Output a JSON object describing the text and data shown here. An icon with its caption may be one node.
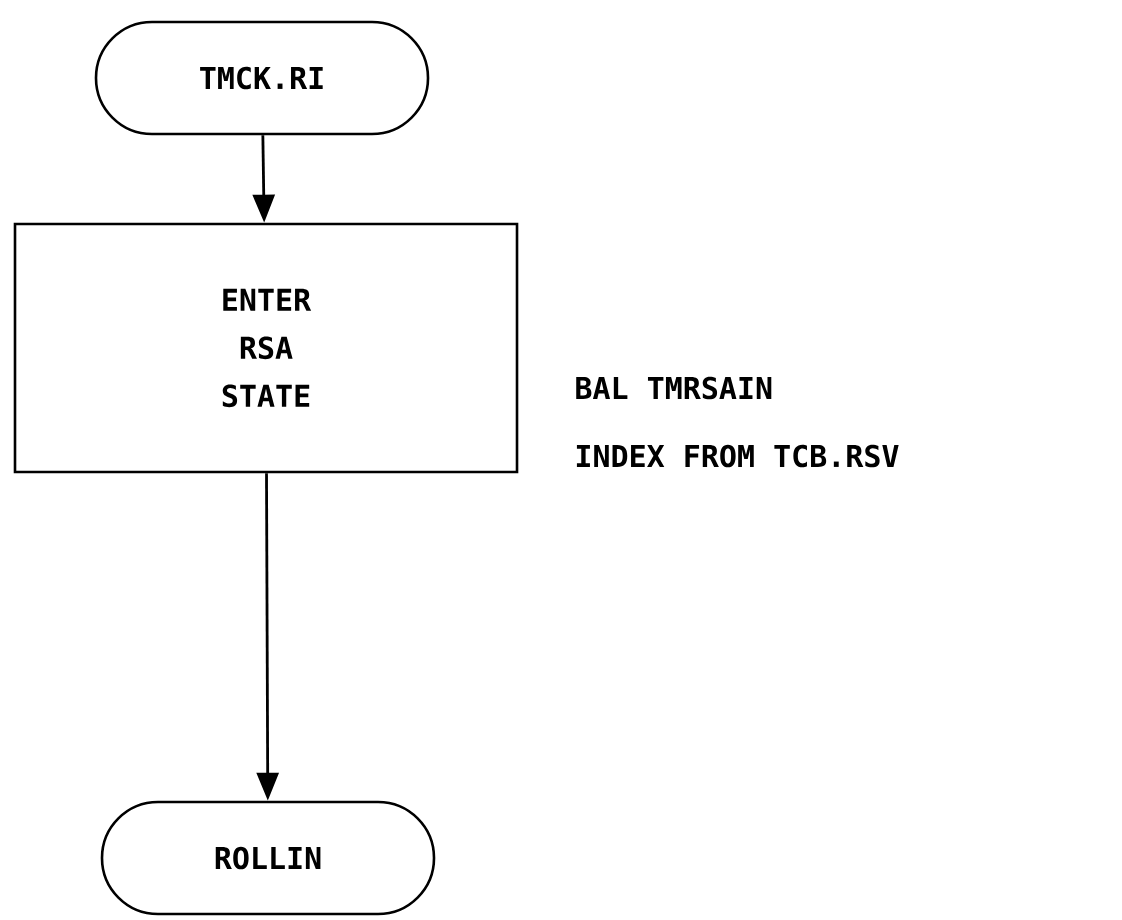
{
  "diagram": {
    "nodes": [
      {
        "text": [
          "TMCK.RI"
        ]
      },
      {
        "text": [
          "ENTER RSA STATE"
        ],
        "beside": [
          "BAL TMRSAIN",
          "INDEX FROM TCB.RSV"
        ]
      },
      {
        "text": [
          "ROLLIN"
        ]
      }
    ],
    "edges": [
      {
        "from": 0,
        "to": 1,
        "arrow": "to"
      },
      {
        "from": 1,
        "to": 2,
        "arrow": "to"
      }
    ]
  }
}
